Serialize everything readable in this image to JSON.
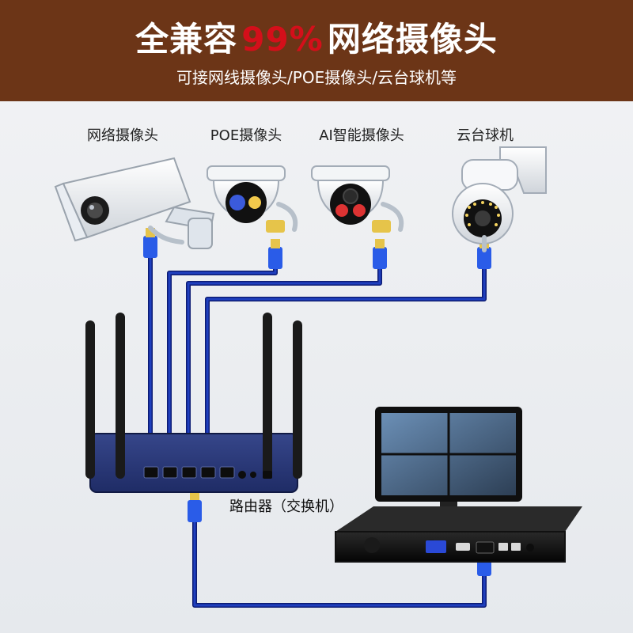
{
  "header": {
    "title_part1": "全兼容",
    "title_accent": "99%",
    "title_part2": "网络摄像头",
    "subtitle": "可接网线摄像头/POE摄像头/云台球机等"
  },
  "cameras": [
    {
      "label": "网络摄像头",
      "icon": "bullet-camera-icon"
    },
    {
      "label": "POE摄像头",
      "icon": "dome-camera-icon"
    },
    {
      "label": "AI智能摄像头",
      "icon": "ai-dome-camera-icon"
    },
    {
      "label": "云台球机",
      "icon": "ptz-camera-icon"
    }
  ],
  "router": {
    "label": "路由器（交换机）",
    "icon": "router-icon"
  },
  "nvr": {
    "icon": "nvr-icon",
    "monitor_icon": "monitor-icon"
  },
  "colors": {
    "header_bg": "#6c3517",
    "title_accent": "#d40f1a",
    "cable": "#1f3fbf",
    "cable_shadow": "#0c1b73"
  }
}
